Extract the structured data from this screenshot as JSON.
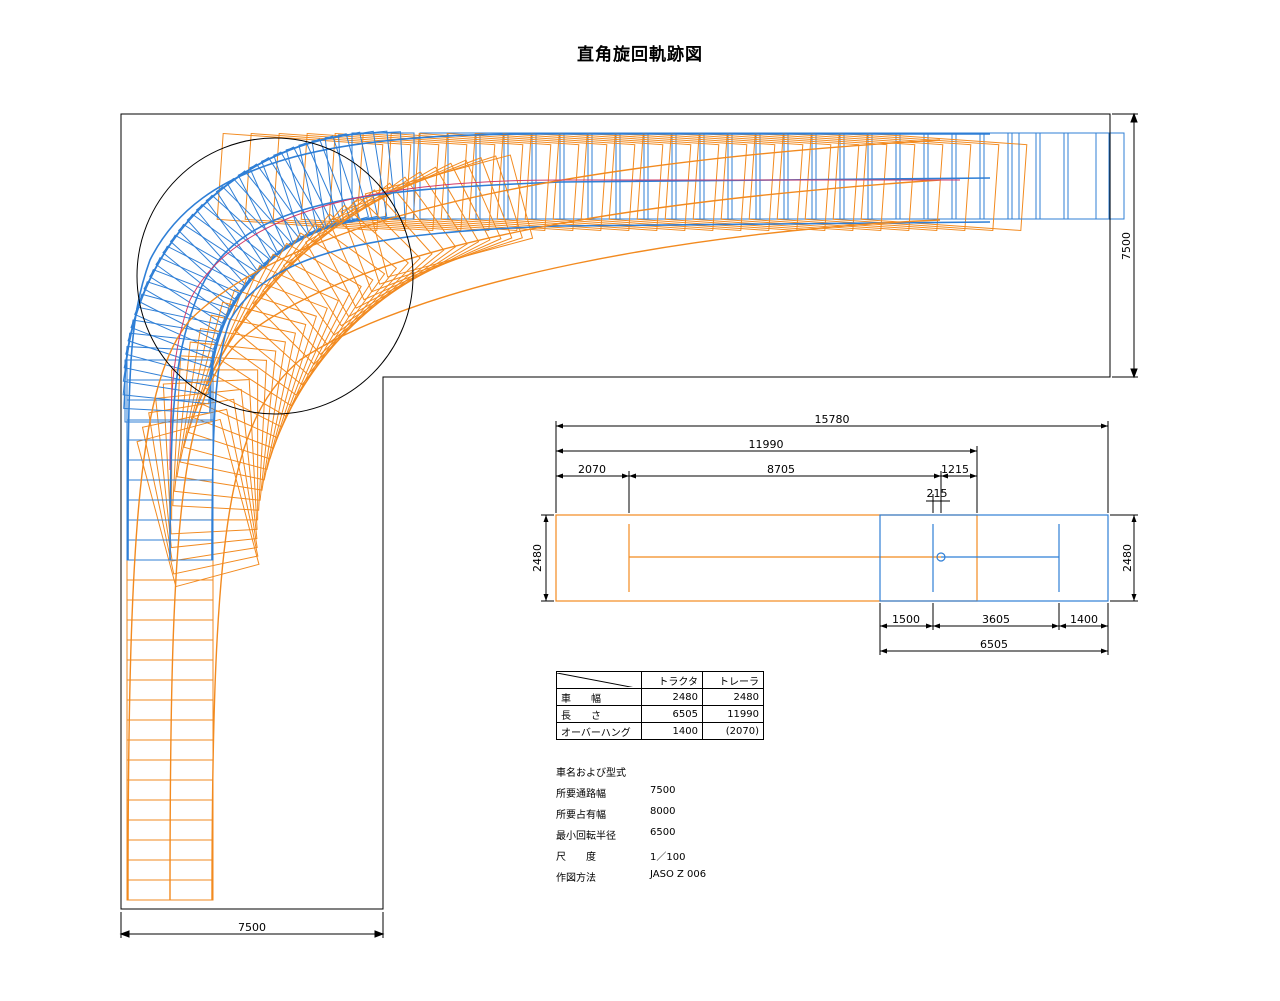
{
  "title": "直角旋回軌跡図",
  "colors": {
    "tractor": "#2f7fd6",
    "trailer": "#f28a1f",
    "outline": "#000000"
  },
  "road": {
    "width_dim": "7500",
    "height_dim": "7500"
  },
  "vehicle_dims": {
    "overall": "15780",
    "trailer_length": "11990",
    "front_overhang": "2070",
    "trailer_wheelbase": "8705",
    "kingpin_ahead": "1215",
    "coupler_offset": "215",
    "width_left": "2480",
    "width_right": "2480",
    "tractor_rear": "1500",
    "tractor_wheelbase": "3605",
    "tractor_front": "1400",
    "tractor_length": "6505"
  },
  "spec_table": {
    "headers": [
      "",
      "トラクタ",
      "トレーラ"
    ],
    "rows": [
      {
        "label": "車　　幅",
        "tractor": "2480",
        "trailer": "2480"
      },
      {
        "label": "長　　さ",
        "tractor": "6505",
        "trailer": "11990"
      },
      {
        "label": "オーバーハング",
        "tractor": "1400",
        "trailer": "(2070)"
      }
    ]
  },
  "info": [
    {
      "label": "車名および型式",
      "value": ""
    },
    {
      "label": "所要通路幅",
      "value": "7500"
    },
    {
      "label": "所要占有幅",
      "value": "8000"
    },
    {
      "label": "最小回転半径",
      "value": "6500"
    },
    {
      "label": "尺　　度",
      "value": "1／100"
    },
    {
      "label": "作図方法",
      "value": "JASO Z 006"
    }
  ]
}
